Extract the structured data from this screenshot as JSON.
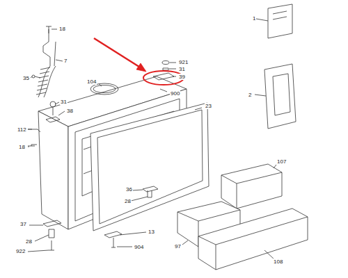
{
  "diagram": {
    "labels": [
      "18",
      "921",
      "31",
      "39",
      "1",
      "35",
      "7",
      "104",
      "900",
      "2",
      "31",
      "38",
      "23",
      "112",
      "18",
      "107",
      "36",
      "28",
      "37",
      "13",
      "97",
      "108",
      "28",
      "922",
      "904"
    ]
  }
}
